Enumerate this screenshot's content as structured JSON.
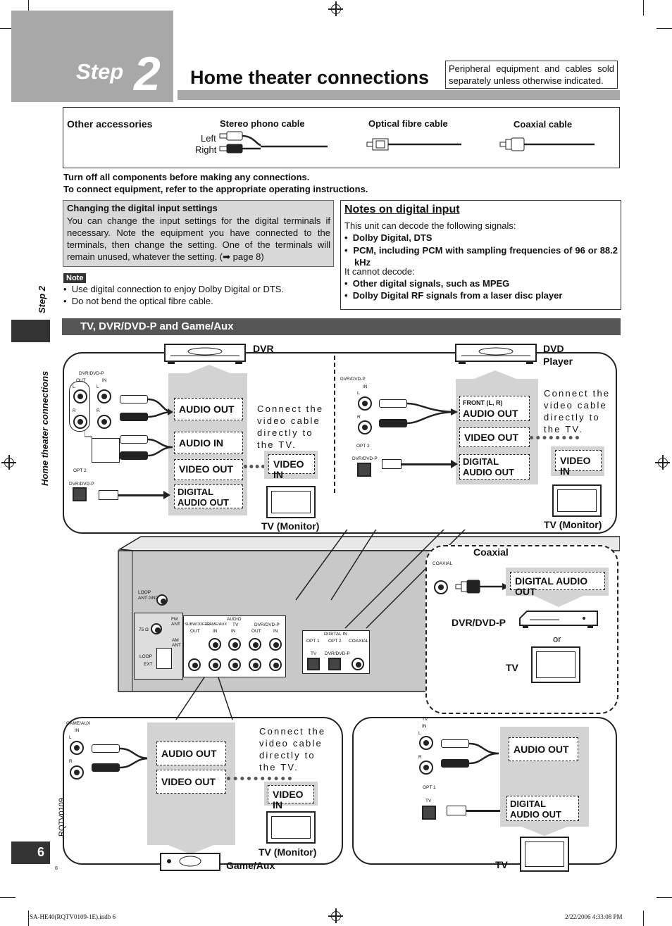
{
  "header": {
    "step_word": "Step",
    "step_number": "2",
    "title": "Home theater connections",
    "peripheral_note": "Peripheral equipment and cables sold separately unless otherwise indicated."
  },
  "accessories": {
    "heading": "Other accessories",
    "stereo": "Stereo phono cable",
    "left": "Left",
    "right": "Right",
    "optical": "Optical fibre cable",
    "coaxial": "Coaxial cable"
  },
  "instructions": {
    "line1": "Turn off all components before making any connections.",
    "line2": "To connect equipment, refer to the appropriate operating instructions."
  },
  "digital_settings": {
    "heading": "Changing the digital input settings",
    "body": "You can change the input settings for the digital terminals if necessary. Note the equipment you have connected to the terminals, then change the setting. One of the terminals will remain unused, whatever the setting. (➡ page 8)"
  },
  "note": {
    "label": "Note",
    "items": [
      "Use digital connection to enjoy Dolby Digital or DTS.",
      "Do not bend the optical fibre cable."
    ]
  },
  "notes_digital": {
    "heading": "Notes on digital input",
    "intro": "This unit can decode the following signals:",
    "can": [
      "Dolby Digital, DTS",
      "PCM, including PCM with sampling frequencies of 96 or 88.2 kHz"
    ],
    "cannot_intro": "It cannot decode:",
    "cannot": [
      "Other digital signals, such as MPEG",
      "Dolby Digital RF signals from a laser disc player"
    ]
  },
  "sidebar": {
    "step": "Step 2",
    "section": "Home theater connections",
    "page_number": "6",
    "model_code": "RQTV0109"
  },
  "section_bar": "TV, DVR/DVD-P and Game/Aux",
  "dvr_panel": {
    "device": "DVR",
    "jack_title": "DVR/DVD-P",
    "out": "OUT",
    "in": "IN",
    "l": "L",
    "r": "R",
    "opt2": "OPT 2",
    "optlabel": "DVR/DVD-P",
    "audio_out": "AUDIO OUT",
    "audio_in": "AUDIO IN",
    "video_out": "VIDEO OUT",
    "digital_audio_out": "DIGITAL AUDIO OUT",
    "connect_note": "Connect the video cable directly to the TV.",
    "video_in": "VIDEO IN",
    "tv_label": "TV (Monitor)"
  },
  "dvd_panel": {
    "device": "DVD Player",
    "jack_title": "DVR/DVD-P",
    "in": "IN",
    "l": "L",
    "r": "R",
    "opt2": "OPT 2",
    "optlabel": "DVR/DVD-P",
    "front": "FRONT (L, R)",
    "audio_out": "AUDIO OUT",
    "video_out": "VIDEO OUT",
    "digital_audio_out": "DIGITAL AUDIO OUT",
    "connect_note": "Connect the video cable directly to the TV.",
    "video_in": "VIDEO IN",
    "tv_label": "TV (Monitor)"
  },
  "coaxial_panel": {
    "title": "Coaxial",
    "jack": "COAXIAL",
    "digital_audio_out": "DIGITAL AUDIO OUT",
    "device": "DVR/DVD-P",
    "or": "or",
    "tv": "TV"
  },
  "receiver": {
    "loop_ant_gnd": "LOOP ANT GND",
    "fm_ant": "FM ANT",
    "ohm": "75 Ω",
    "am_ant": "AM ANT",
    "loop": "LOOP",
    "ext": "EXT",
    "audio": "AUDIO",
    "subwoofer": "SUBWOOFER",
    "game_aux": "GAME/AUX",
    "tv": "TV",
    "dvr_dvd": "DVR/DVD-P",
    "out": "OUT",
    "in": "IN",
    "digital_in": "DIGITAL IN",
    "opt1": "OPT 1",
    "opt2": "OPT 2",
    "coaxial": "COAXIAL"
  },
  "game_panel": {
    "jack_title": "GAME/AUX",
    "in": "IN",
    "l": "L",
    "r": "R",
    "audio_out": "AUDIO OUT",
    "video_out": "VIDEO OUT",
    "connect_note": "Connect the video cable directly to the TV.",
    "video_in": "VIDEO IN",
    "tv_label": "TV (Monitor)",
    "device": "Game/Aux"
  },
  "tv_panel": {
    "jack_title": "TV",
    "in": "IN",
    "l": "L",
    "r": "R",
    "opt1": "OPT 1",
    "optlabel": "TV",
    "audio_out": "AUDIO OUT",
    "digital_audio_out": "DIGITAL AUDIO OUT",
    "device": "TV"
  },
  "footer": {
    "file": "SA-HE40(RQTV0109-1E).indb   6",
    "date": "2/22/2006   4:33:08 PM",
    "small_num": "6"
  }
}
